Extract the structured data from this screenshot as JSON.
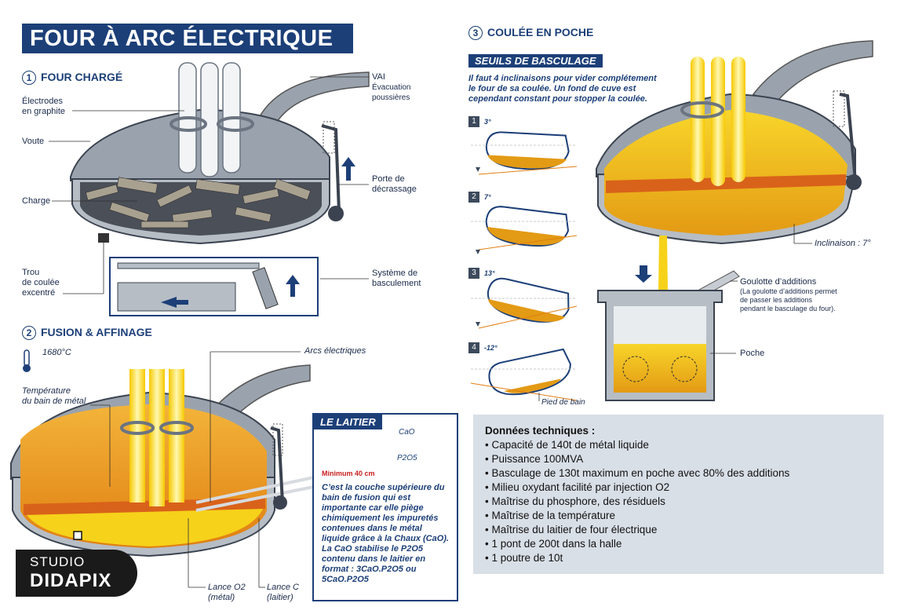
{
  "title": "FOUR À ARC ÉLECTRIQUE",
  "colors": {
    "navy": "#1c3f78",
    "yellow": "#f5d000",
    "orange": "#e8921a",
    "grey": "#9aa3ad"
  },
  "section1": {
    "num": "1",
    "title": "FOUR CHARGÉ",
    "labels": {
      "electrodes_1": "Électrodes",
      "electrodes_2": "en graphite",
      "voute": "Voute",
      "charge": "Charge",
      "trou_1": "Trou",
      "trou_2": "de coulée",
      "trou_3": "excentré",
      "vai": "VAI",
      "evac_1": "Évacuation",
      "evac_2": "poussières",
      "porte_1": "Porte de",
      "porte_2": "décrassage",
      "syst_1": "Système de",
      "syst_2": "basculement"
    }
  },
  "section2": {
    "num": "2",
    "title": "FUSION & AFFINAGE",
    "temperature": "1680°C",
    "labels": {
      "temp_1": "Température",
      "temp_2": "du bain de métal",
      "arcs": "Arcs électriques",
      "lance_o2_1": "Lance O2",
      "lance_o2_2": "(métal)",
      "lance_c_1": "Lance C",
      "lance_c_2": "(laitier)"
    }
  },
  "laitier": {
    "title": "LE LAITIER",
    "cao": "CaO",
    "p2o5": "P2O5",
    "minimum": "Minimum 40 cm",
    "text": "C’est la couche supérieure du bain de fusion qui est importante car elle piège chimiquement les impuretés contenues dans le métal liquide grâce à la Chaux (CaO). La CaO stabilise le P2O5 contenu dans le laitier en format : 3CaO.P2O5 ou 5CaO.P2O5"
  },
  "section3": {
    "num": "3",
    "title": "COULÉE EN POCHE",
    "seuils_title": "SEUILS DE BASCULAGE",
    "seuils_text": "Il faut 4 inclinaisons pour vider complétement le four de sa coulée. Un fond de cuve est cependant constant pour stopper la coulée.",
    "steps": [
      {
        "n": "1",
        "angle": "3°"
      },
      {
        "n": "2",
        "angle": "7°"
      },
      {
        "n": "3",
        "angle": "13°"
      },
      {
        "n": "4",
        "angle": "-12°"
      }
    ],
    "pied": "Pied de bain",
    "inclinaison": "Inclinaison : 7°",
    "goulotte": "Goulotte d’additions",
    "goulotte_note_1": "(La goulotte d’additions permet",
    "goulotte_note_2": "de passer les additions",
    "goulotte_note_3": "pendant le basculage du four).",
    "poche": "Poche"
  },
  "data": {
    "title": "Données techniques :",
    "items": [
      "Capacité de 140t de métal liquide",
      "Puissance 100MVA",
      "Basculage de 130t maximum en poche avec 80% des additions",
      "Milieu oxydant facilité par injection O2",
      "Maîtrise du phosphore, des résiduels",
      "Maîtrise de la température",
      "Maîtrise du laitier de four électrique",
      "1 pont de 200t dans la halle",
      "1 poutre de 10t"
    ]
  },
  "studio": {
    "line1": "STUDIO",
    "line2": "DIDAPIX"
  }
}
